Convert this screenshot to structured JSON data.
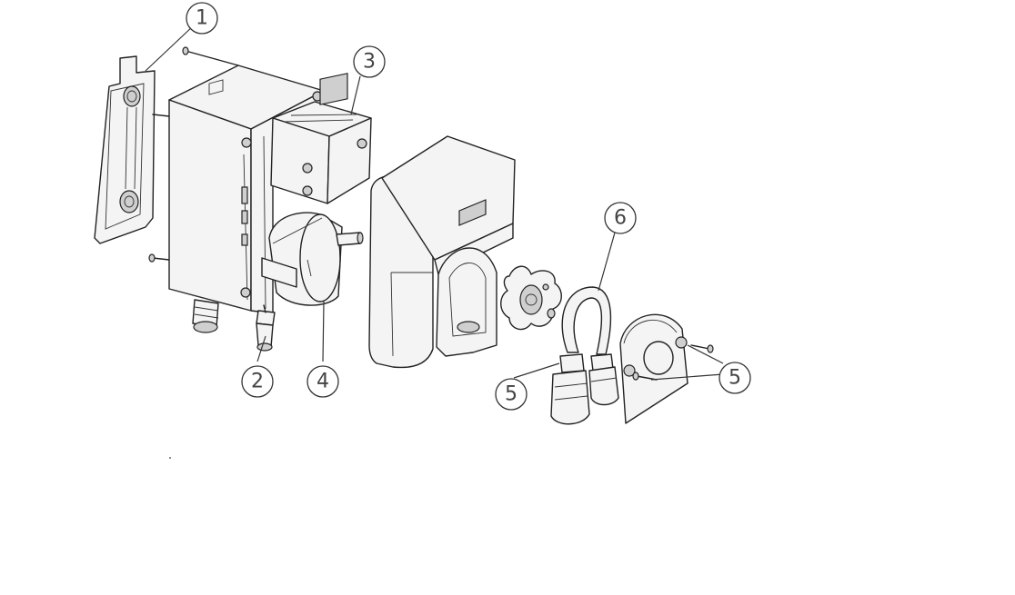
{
  "callouts": {
    "c1": "1",
    "c2": "2",
    "c3": "3",
    "c4": "4",
    "c5a": "5",
    "c5b": "5",
    "c6": "6"
  },
  "colors": {
    "line": "#222222",
    "background": "#ffffff"
  }
}
